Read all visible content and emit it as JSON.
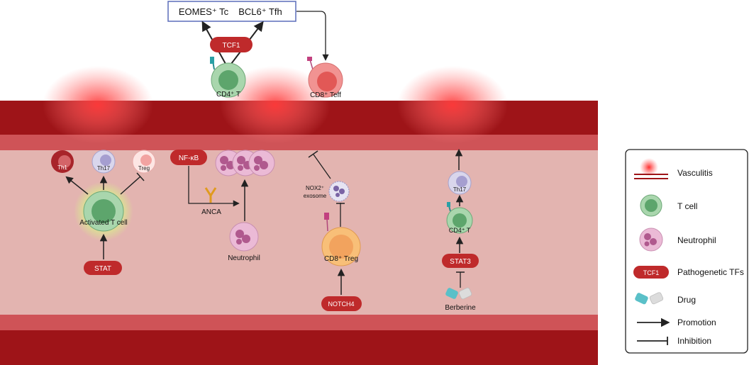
{
  "colors": {
    "vessel_dark": "#9e1418",
    "vessel_band": "#cf5357",
    "vessel_lumen": "#e3b4b0",
    "pill_red": "#bf2a2b",
    "tcell_outer": "#a9d6ad",
    "tcell_inner": "#5da56c",
    "neutrophil_outer": "#ebbad6",
    "neutrophil_nucleus": "#b0598e",
    "treg_outer": "#f8bf78",
    "teff_outer": "#f19392",
    "th_outer": "#d9d6ec",
    "drug_teal": "#5ac0c8",
    "drug_grey": "#dcdcdc"
  },
  "top_box": {
    "left": "EOMES⁺ Tc",
    "right": "BCL6⁺ Tfh"
  },
  "pills": {
    "tcf1": "TCF1",
    "nfkb": "NF-κB",
    "stat": "STAT",
    "notch4": "NOTCH4",
    "stat3": "STAT3"
  },
  "cells": {
    "cd4_top": "CD4⁺ T",
    "cd8_teff": "CD8⁺ Teff",
    "th1": "Th1",
    "th17_left": "Th17",
    "treg": "Treg",
    "activated_t": "Activated T cell",
    "anca": "ANCA",
    "neutrophil": "Neutrophil",
    "nox2_line1": "NOX2⁺",
    "nox2_line2": "exosome",
    "cd8_treg": "CD8⁺ Treg",
    "th17_right": "Th17",
    "cd4_right": "CD4⁺ T",
    "berberine": "Berberine"
  },
  "legend": {
    "items": [
      {
        "icon": "vasculitis-icon",
        "label": "Vasculitis"
      },
      {
        "icon": "t-cell-icon",
        "label": "T cell"
      },
      {
        "icon": "neutrophil-icon",
        "label": "Neutrophil"
      },
      {
        "icon": "pathogenetic-tf-icon",
        "label": "Pathogenetic TFs",
        "pill": "TCF1"
      },
      {
        "icon": "drug-icon",
        "label": "Drug"
      },
      {
        "icon": "promotion-arrow-icon",
        "label": "Promotion"
      },
      {
        "icon": "inhibition-icon",
        "label": "Inhibition"
      }
    ]
  }
}
